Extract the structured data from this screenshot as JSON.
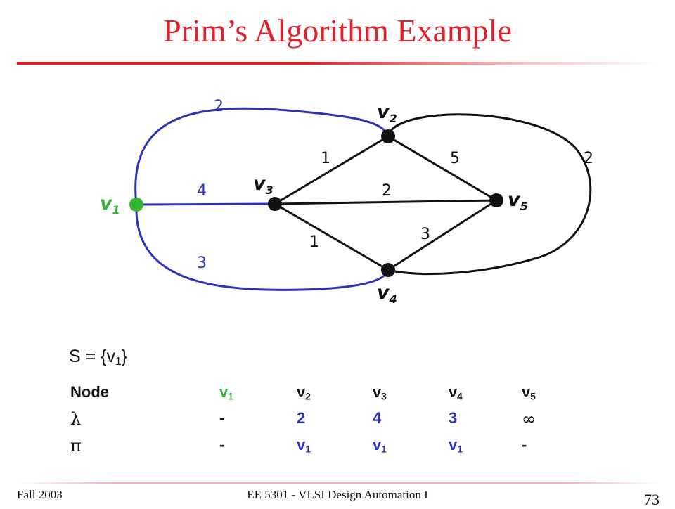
{
  "title": "Prim’s Algorithm Example",
  "footer": {
    "left": "Fall 2003",
    "center": "EE 5301 - VLSI Design Automation I",
    "page": "73"
  },
  "graph": {
    "nodes": [
      {
        "name": "v",
        "sub": "1"
      },
      {
        "name": "v",
        "sub": "2"
      },
      {
        "name": "v",
        "sub": "3"
      },
      {
        "name": "v",
        "sub": "4"
      },
      {
        "name": "v",
        "sub": "5"
      }
    ],
    "edge_weights": {
      "v1_v2": "2",
      "v1_v3": "4",
      "v1_v4": "3",
      "v2_v3": "1",
      "v2_v5": "5",
      "v2_v5_outer": "2",
      "v3_v5": "2",
      "v3_v4": "1",
      "v4_v5": "3"
    },
    "colors": {
      "selected_node": "#36b436",
      "candidate_edge": "#2b33b8",
      "default": "#111111"
    }
  },
  "set_line": {
    "prefix": "S = {v",
    "sub": "1",
    "suffix": "}"
  },
  "table": {
    "header": {
      "label": "Node",
      "cells": [
        {
          "v": "v",
          "s": "1"
        },
        {
          "v": "v",
          "s": "2"
        },
        {
          "v": "v",
          "s": "3"
        },
        {
          "v": "v",
          "s": "4"
        },
        {
          "v": "v",
          "s": "5"
        }
      ]
    },
    "lambda": {
      "symbol": "λ",
      "values": [
        "-",
        "2",
        "4",
        "3",
        "∞"
      ]
    },
    "pi": {
      "symbol": "π",
      "values": [
        {
          "v": "-",
          "s": ""
        },
        {
          "v": "v",
          "s": "1"
        },
        {
          "v": "v",
          "s": "1"
        },
        {
          "v": "v",
          "s": "1"
        },
        {
          "v": "-",
          "s": ""
        }
      ]
    }
  }
}
